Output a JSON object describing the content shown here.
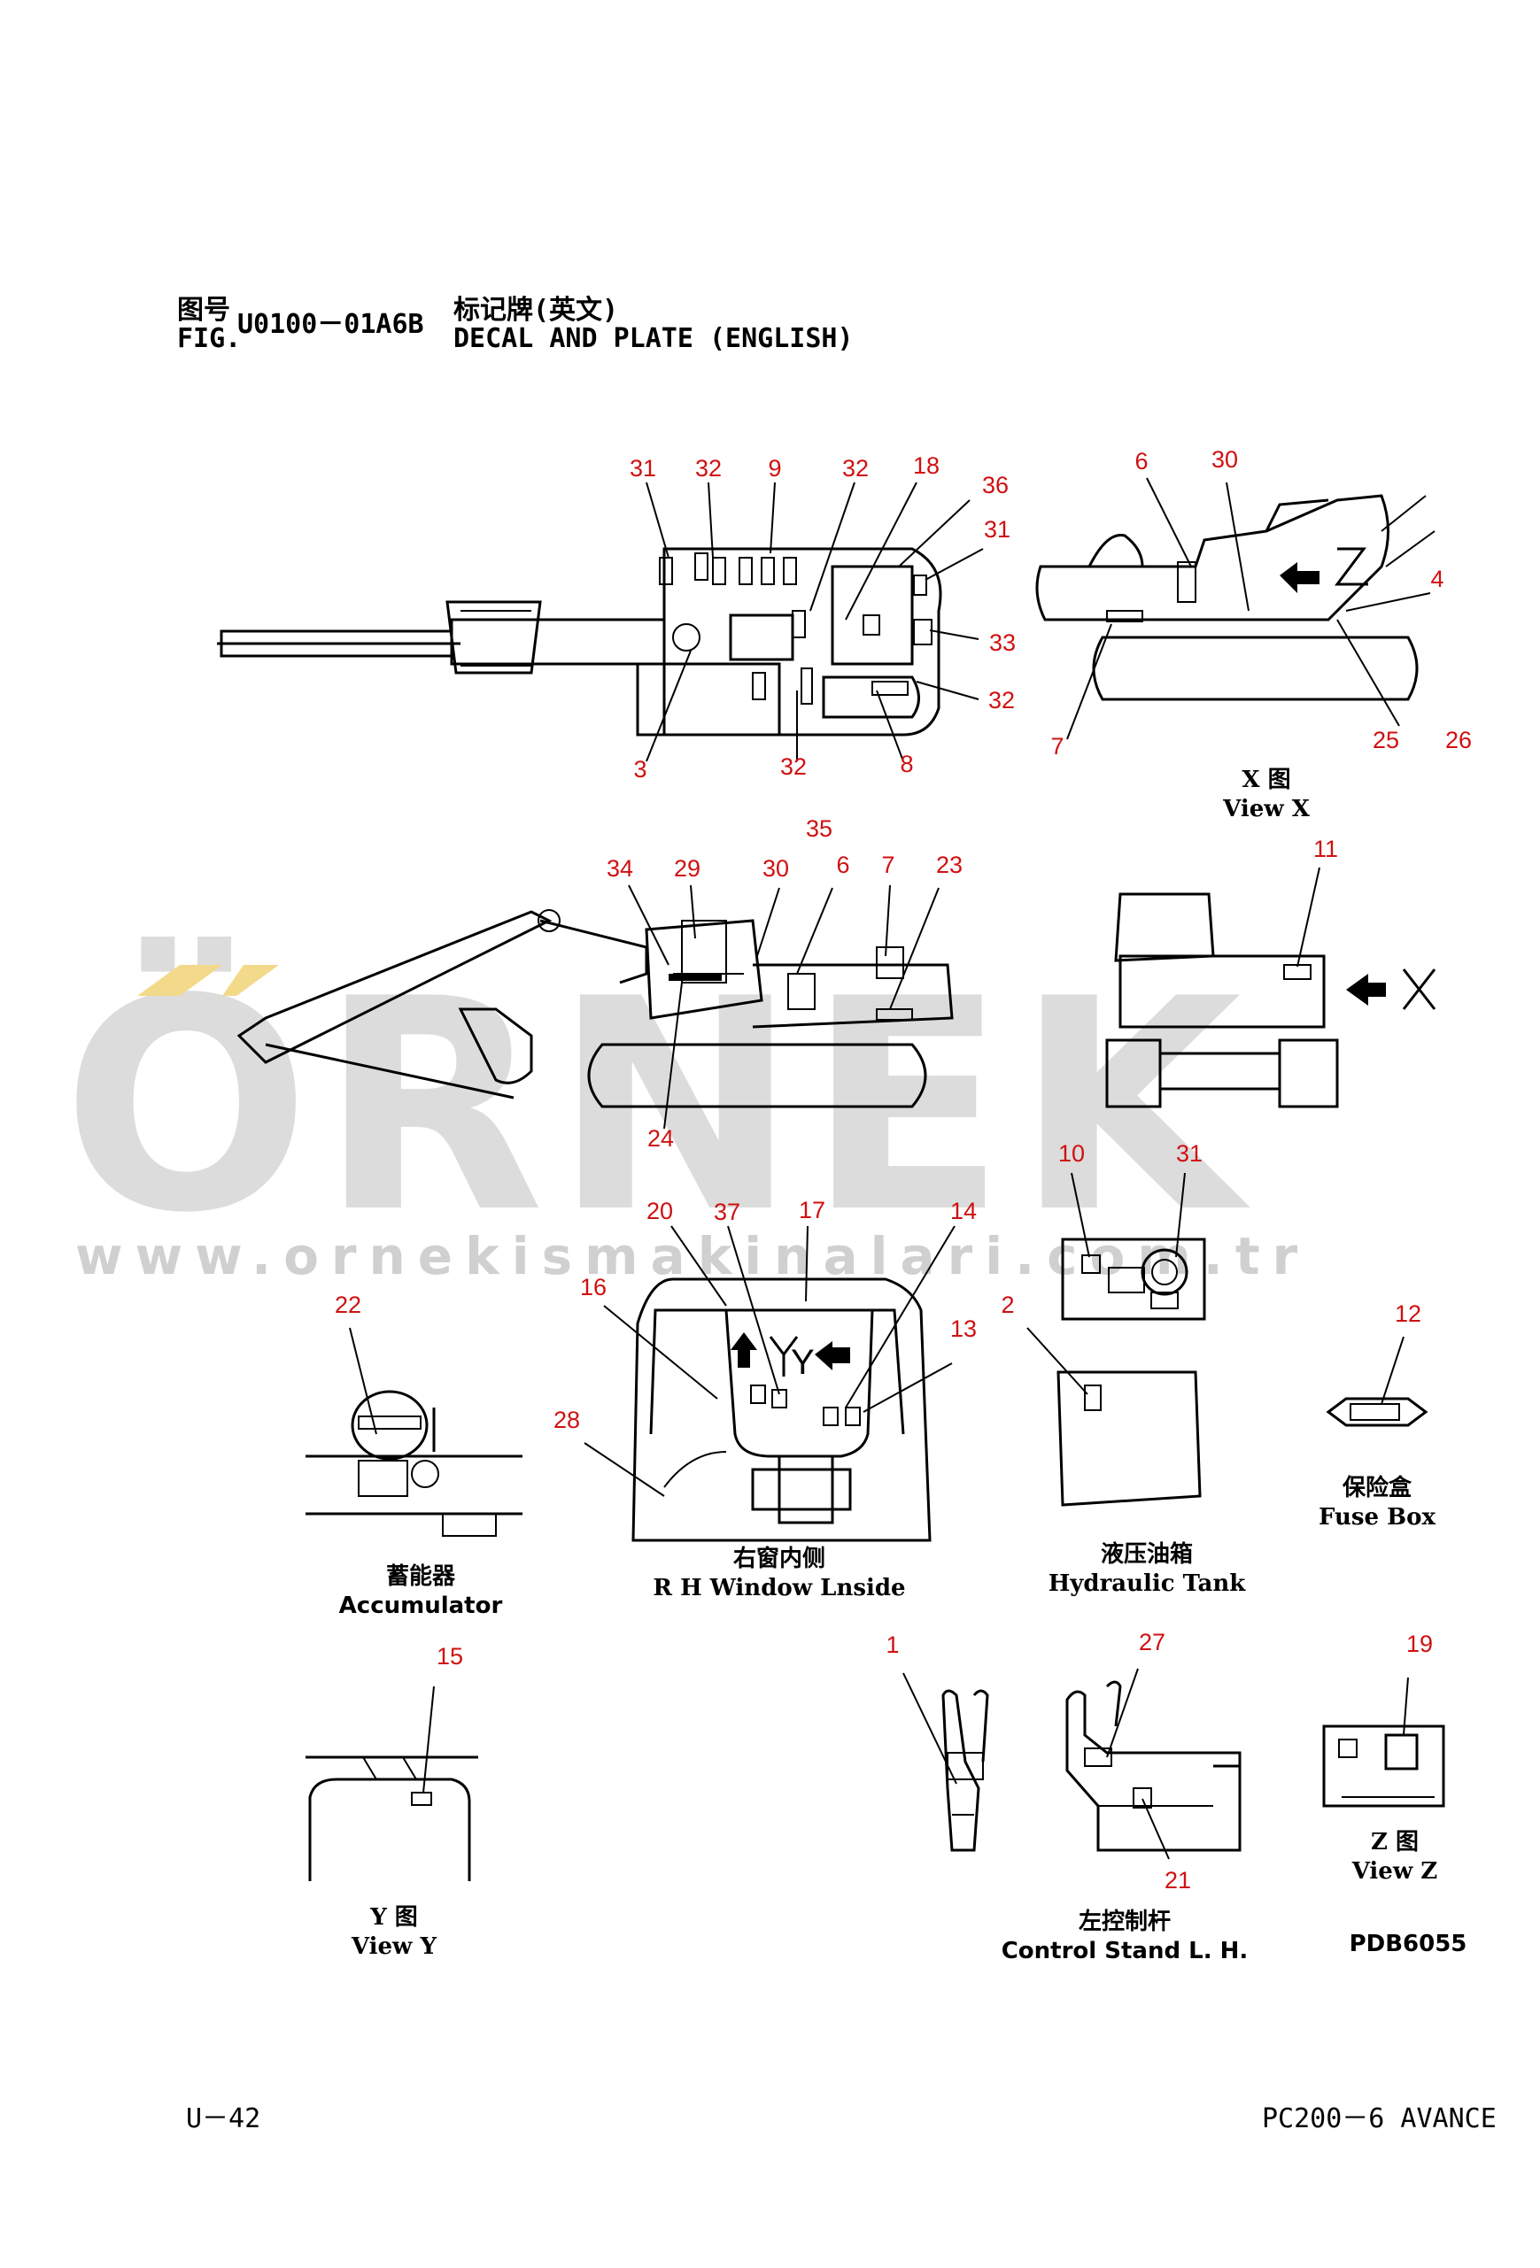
{
  "header": {
    "fig_cn": "图号",
    "fig_code": "U0100－01A6B",
    "fig_en": "FIG.",
    "title_cn": "标记牌(英文)",
    "title_en": "DECAL AND PLATE (ENGLISH)"
  },
  "watermark": {
    "brand": "ÖRNEK",
    "url": "www.ornekismakinalari.com.tr",
    "accent_color": "#f3d98a",
    "text_color": "#d8d8d8"
  },
  "views": {
    "view_x": {
      "cn": "X 图",
      "en": "View X"
    },
    "fuse_box": {
      "cn": "保险盒",
      "en": "Fuse Box"
    },
    "accumulator": {
      "cn": "蓄能器",
      "en": "Accumulator"
    },
    "rh_window": {
      "cn": "右窗内侧",
      "en": "R H Window Lnside"
    },
    "hydraulic_tank": {
      "cn": "液压油箱",
      "en": "Hydraulic Tank"
    },
    "view_y": {
      "cn": "Y 图",
      "en": "View Y"
    },
    "control_stand": {
      "cn": "左控制杆",
      "en": "Control Stand L. H."
    },
    "view_z": {
      "cn": "Z 图",
      "en": "View Z"
    },
    "view_letters": {
      "y": "Y",
      "z": "Z",
      "x": "X"
    }
  },
  "callout_color": "#d01010",
  "callouts": {
    "top": [
      "31",
      "32",
      "9",
      "32",
      "18",
      "36",
      "31",
      "33",
      "32",
      "8",
      "32",
      "3"
    ],
    "viewx": [
      "6",
      "30",
      "4",
      "7",
      "25",
      "26"
    ],
    "side": [
      "35",
      "34",
      "29",
      "30",
      "6",
      "7",
      "23",
      "24"
    ],
    "rear": [
      "11"
    ],
    "tank_top": [
      "10",
      "31"
    ],
    "fuse": [
      "12"
    ],
    "accum": [
      "22"
    ],
    "window": [
      "20",
      "37",
      "17",
      "14",
      "16",
      "13",
      "28"
    ],
    "tank": [
      "2"
    ],
    "viewy": [
      "15"
    ],
    "lever": [
      "1",
      "27",
      "21"
    ],
    "viewz": [
      "19"
    ]
  },
  "drawing_no": "PDB6055",
  "footer": {
    "page": "U－42",
    "model": "PC200－6 AVANCE"
  }
}
